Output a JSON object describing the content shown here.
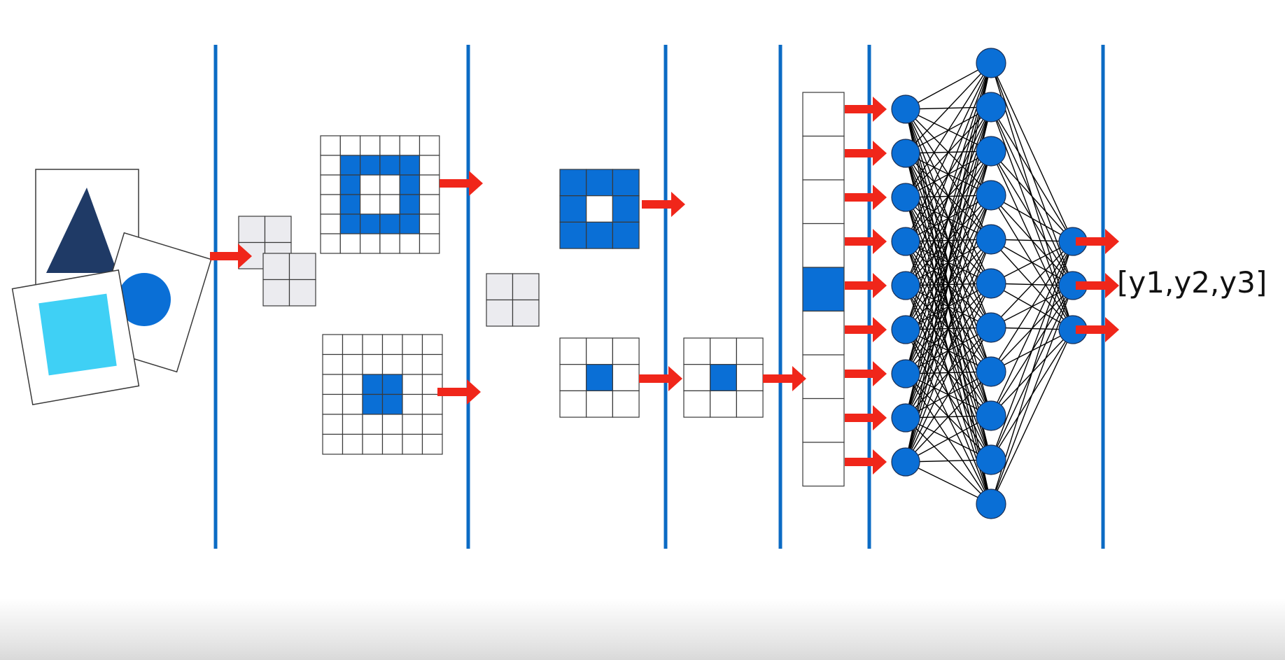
{
  "output": {
    "label": "[y1,y2,y3]"
  },
  "colors": {
    "stage_divider": "#0b6bc4",
    "filled_cell": "#0a6fd6",
    "grid_line": "#3a3a3a",
    "arrow": "#f0261a",
    "neuron": "#0a6fd6",
    "triangle": "#1f3a66",
    "circle": "#0a6fd6",
    "square": "#3fd0f5",
    "kernel_fill": "#ebebef",
    "connection": "#000000"
  },
  "icons": {
    "input": [
      "triangle-shape",
      "circle-shape",
      "square-shape"
    ],
    "flow": "right-arrow-icon"
  },
  "network": {
    "input_neurons": 9,
    "hidden_neurons": 11,
    "output_neurons": 3
  },
  "grids": {
    "conv_top": {
      "cols": 6,
      "rows": 6,
      "filled": [
        [
          1,
          1
        ],
        [
          2,
          1
        ],
        [
          3,
          1
        ],
        [
          4,
          1
        ],
        [
          1,
          2
        ],
        [
          4,
          2
        ],
        [
          1,
          3
        ],
        [
          4,
          3
        ],
        [
          1,
          4
        ],
        [
          2,
          4
        ],
        [
          3,
          4
        ],
        [
          4,
          4
        ]
      ]
    },
    "conv_bottom": {
      "cols": 6,
      "rows": 6,
      "filled": [
        [
          2,
          2
        ],
        [
          3,
          2
        ],
        [
          2,
          3
        ],
        [
          3,
          3
        ]
      ]
    },
    "pool_top": {
      "cols": 3,
      "rows": 3,
      "filled": [
        [
          0,
          0
        ],
        [
          1,
          0
        ],
        [
          2,
          0
        ],
        [
          0,
          1
        ],
        [
          2,
          1
        ],
        [
          0,
          2
        ],
        [
          1,
          2
        ],
        [
          2,
          2
        ]
      ]
    },
    "pool_bottom": {
      "cols": 3,
      "rows": 3,
      "filled": [
        [
          1,
          1
        ]
      ]
    },
    "pool_bottom_2": {
      "cols": 3,
      "rows": 3,
      "filled": [
        [
          1,
          1
        ]
      ]
    },
    "flatten": {
      "cols": 1,
      "rows": 9,
      "filled": [
        [
          0,
          4
        ]
      ]
    },
    "kernel_a": {
      "cols": 2,
      "rows": 2,
      "filled": []
    },
    "kernel_b": {
      "cols": 2,
      "rows": 2,
      "filled": []
    },
    "pool_kernel": {
      "cols": 2,
      "rows": 2,
      "filled": []
    }
  }
}
